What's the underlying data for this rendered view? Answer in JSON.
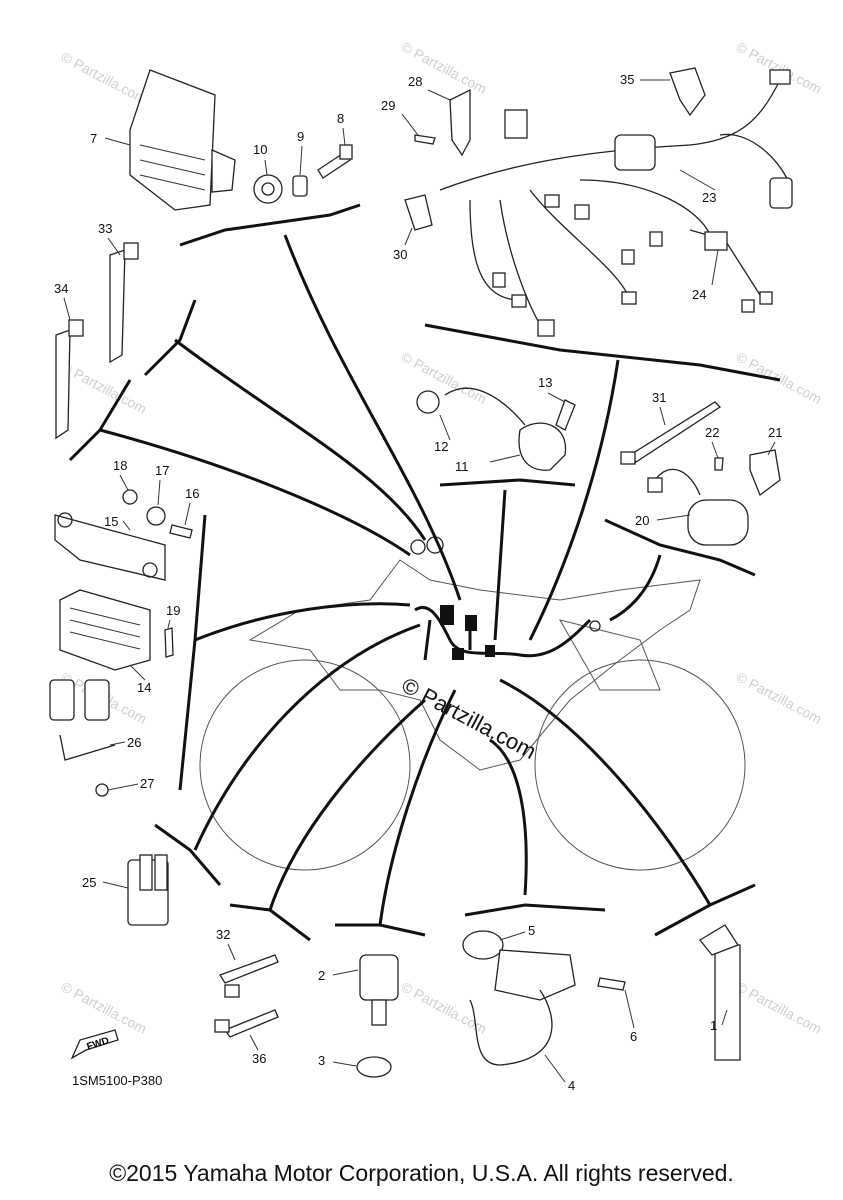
{
  "diagram": {
    "drawing_code": "1SM5100-P380",
    "fwd_label": "FWD",
    "watermark": "© Partzilla.com",
    "center_watermark": "© Partzilla.com",
    "copyright": "©2015 Yamaha Motor Corporation, U.S.A. All rights reserved.",
    "callouts": {
      "c1": "1",
      "c2": "2",
      "c3": "3",
      "c4": "4",
      "c5": "5",
      "c6": "6",
      "c7": "7",
      "c8": "8",
      "c9": "9",
      "c10": "10",
      "c11": "11",
      "c12": "12",
      "c13": "13",
      "c14": "14",
      "c15": "15",
      "c16": "16",
      "c17": "17",
      "c18": "18",
      "c19": "19",
      "c20": "20",
      "c21": "21",
      "c22": "22",
      "c23": "23",
      "c24": "24",
      "c25": "25",
      "c26": "26",
      "c27": "27",
      "c28": "28",
      "c29": "29",
      "c30": "30",
      "c31": "31",
      "c32": "32",
      "c33": "33",
      "c34": "34",
      "c35": "35",
      "c36": "36"
    }
  }
}
